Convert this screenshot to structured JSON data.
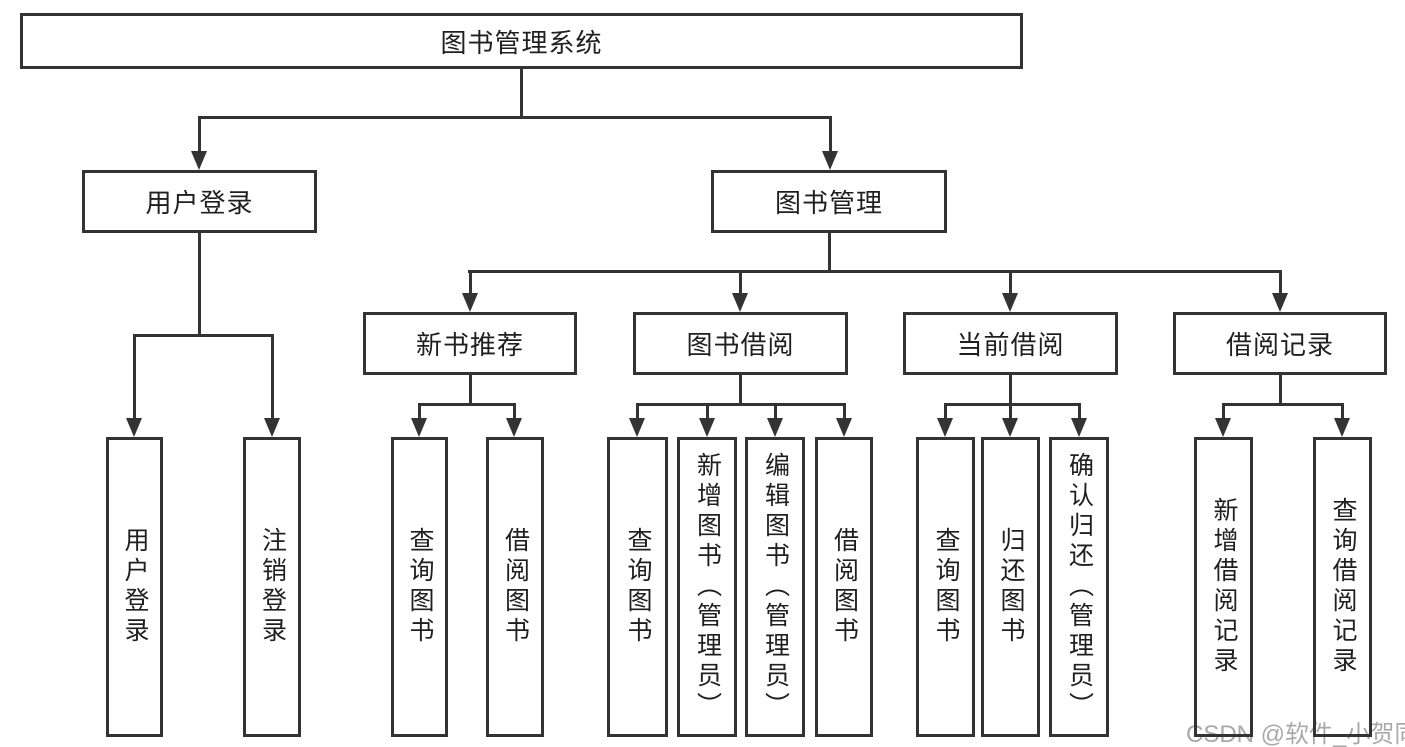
{
  "diagram_title": "图书管理系统",
  "watermark": "CSDN @软件_小贺同学",
  "colors": {
    "line": "#333333",
    "box_border": "#333333",
    "text": "#1f1f1f",
    "background": "#ffffff",
    "watermark": "#a9a9a9"
  },
  "nodes": {
    "root": "图书管理系统",
    "user_login": "用户登录",
    "book_mgmt": "图书管理",
    "new_book": "新书推荐",
    "book_borrow": "图书借阅",
    "current_borrow": "当前借阅",
    "borrow_record": "借阅记录",
    "v_user_login": "用户登录",
    "v_logout": "注销登录",
    "v_query_book_a": "查询图书",
    "v_borrow_book_a": "借阅图书",
    "v_query_book_b": "查询图书",
    "v_add_book": "新增图书（管理员）",
    "v_edit_book": "编辑图书（管理员）",
    "v_borrow_book_b": "借阅图书",
    "v_query_book_c": "查询图书",
    "v_return_book": "归还图书",
    "v_confirm_return": "确认归还（管理员）",
    "v_add_record": "新增借阅记录",
    "v_query_record": "查询借阅记录"
  },
  "hierarchy": {
    "label": "图书管理系统",
    "children": [
      {
        "label": "用户登录",
        "children": [
          {
            "label": "用户登录"
          },
          {
            "label": "注销登录"
          }
        ]
      },
      {
        "label": "图书管理",
        "children": [
          {
            "label": "新书推荐",
            "children": [
              {
                "label": "查询图书"
              },
              {
                "label": "借阅图书"
              }
            ]
          },
          {
            "label": "图书借阅",
            "children": [
              {
                "label": "查询图书"
              },
              {
                "label": "新增图书（管理员）"
              },
              {
                "label": "编辑图书（管理员）"
              },
              {
                "label": "借阅图书"
              }
            ]
          },
          {
            "label": "当前借阅",
            "children": [
              {
                "label": "查询图书"
              },
              {
                "label": "归还图书"
              },
              {
                "label": "确认归还（管理员）"
              }
            ]
          },
          {
            "label": "借阅记录",
            "children": [
              {
                "label": "新增借阅记录"
              },
              {
                "label": "查询借阅记录"
              }
            ]
          }
        ]
      }
    ]
  }
}
